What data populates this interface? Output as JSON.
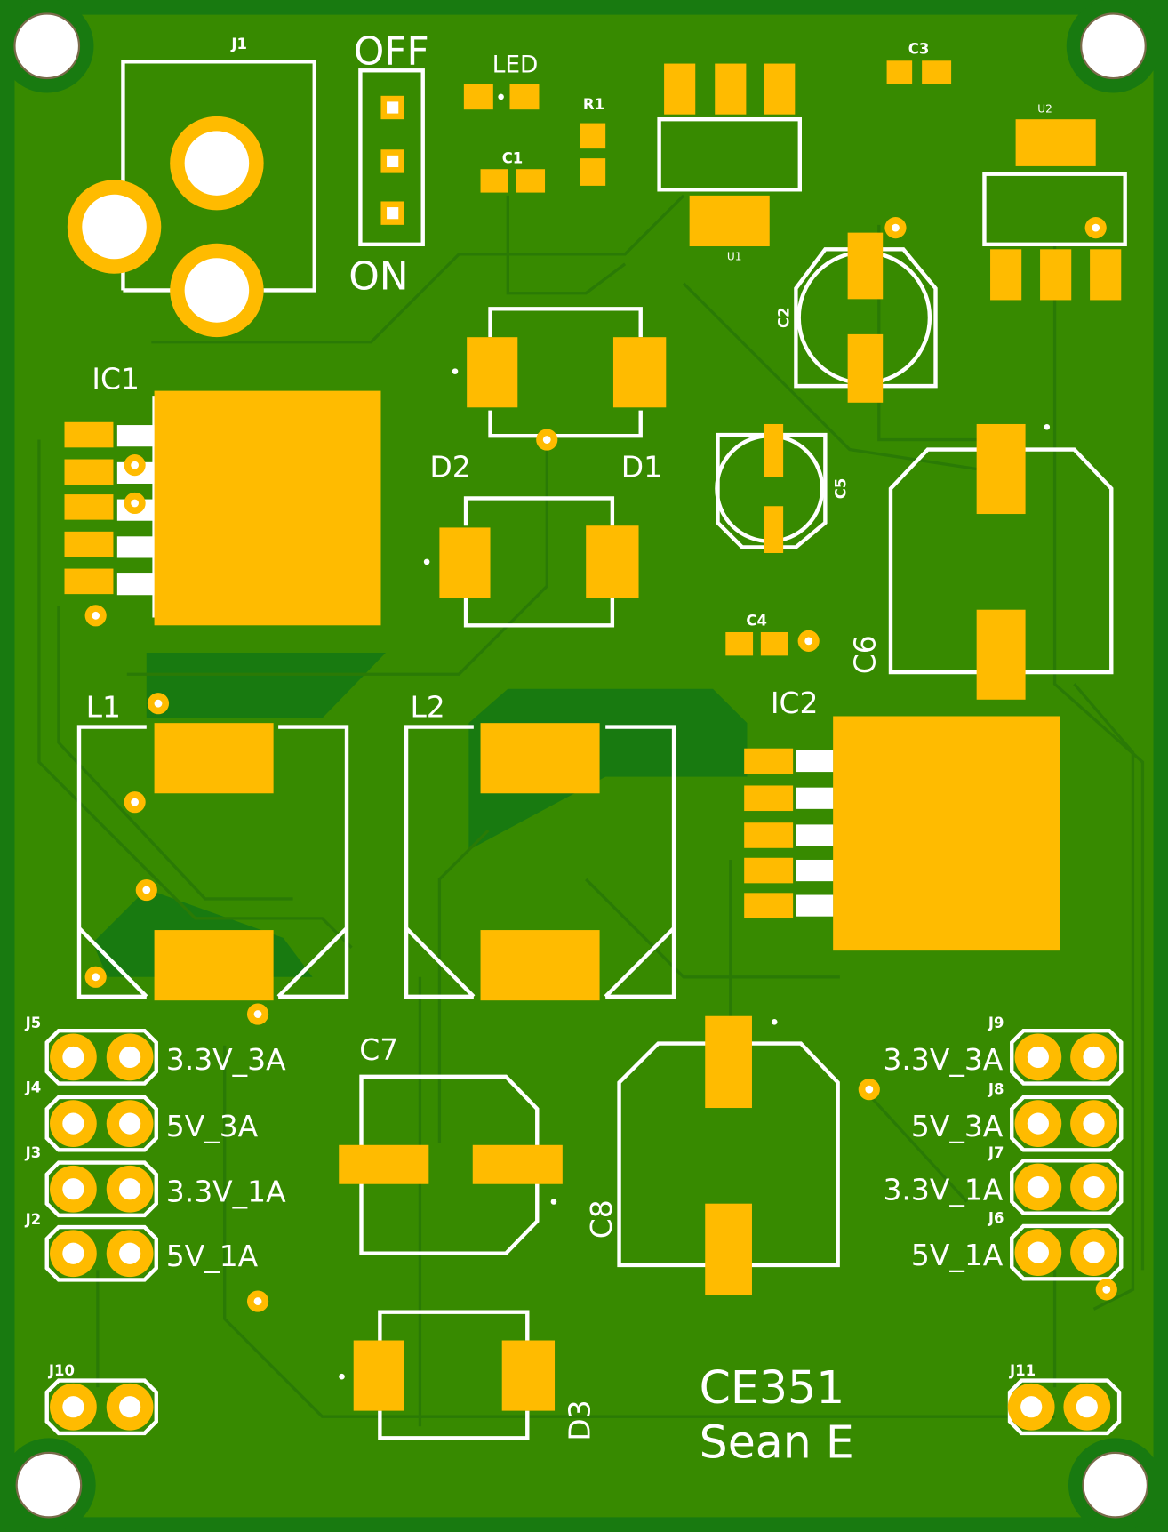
{
  "board": {
    "colors": {
      "substrate": "#187a10",
      "copper_pour": "#378a00",
      "pad": "#ffbb00",
      "silkscreen": "#ffffff"
    },
    "labels": {
      "j1": "J1",
      "off": "OFF",
      "on": "ON",
      "led": "LED",
      "r1": "R1",
      "c1": "C1",
      "c3": "C3",
      "u1": "U1",
      "u2": "U2",
      "c2": "C2",
      "ic1": "IC1",
      "d1": "D1",
      "d2": "D2",
      "c5": "C5",
      "c6": "C6",
      "c4": "C4",
      "ic2": "IC2",
      "l1": "L1",
      "l2": "L2",
      "c7": "C7",
      "c8": "C8",
      "d3": "D3",
      "j2": "J2",
      "j3": "J3",
      "j4": "J4",
      "j5": "J5",
      "j6": "J6",
      "j7": "J7",
      "j8": "J8",
      "j9": "J9",
      "j10": "J10",
      "j11": "J11"
    },
    "outputs_left": [
      "3.3V_3A",
      "5V_3A",
      "3.3V_1A",
      "5V_1A"
    ],
    "outputs_right": [
      "3.3V_3A",
      "5V_3A",
      "3.3V_1A",
      "5V_1A"
    ],
    "course": "CE351",
    "author": "Sean E"
  }
}
